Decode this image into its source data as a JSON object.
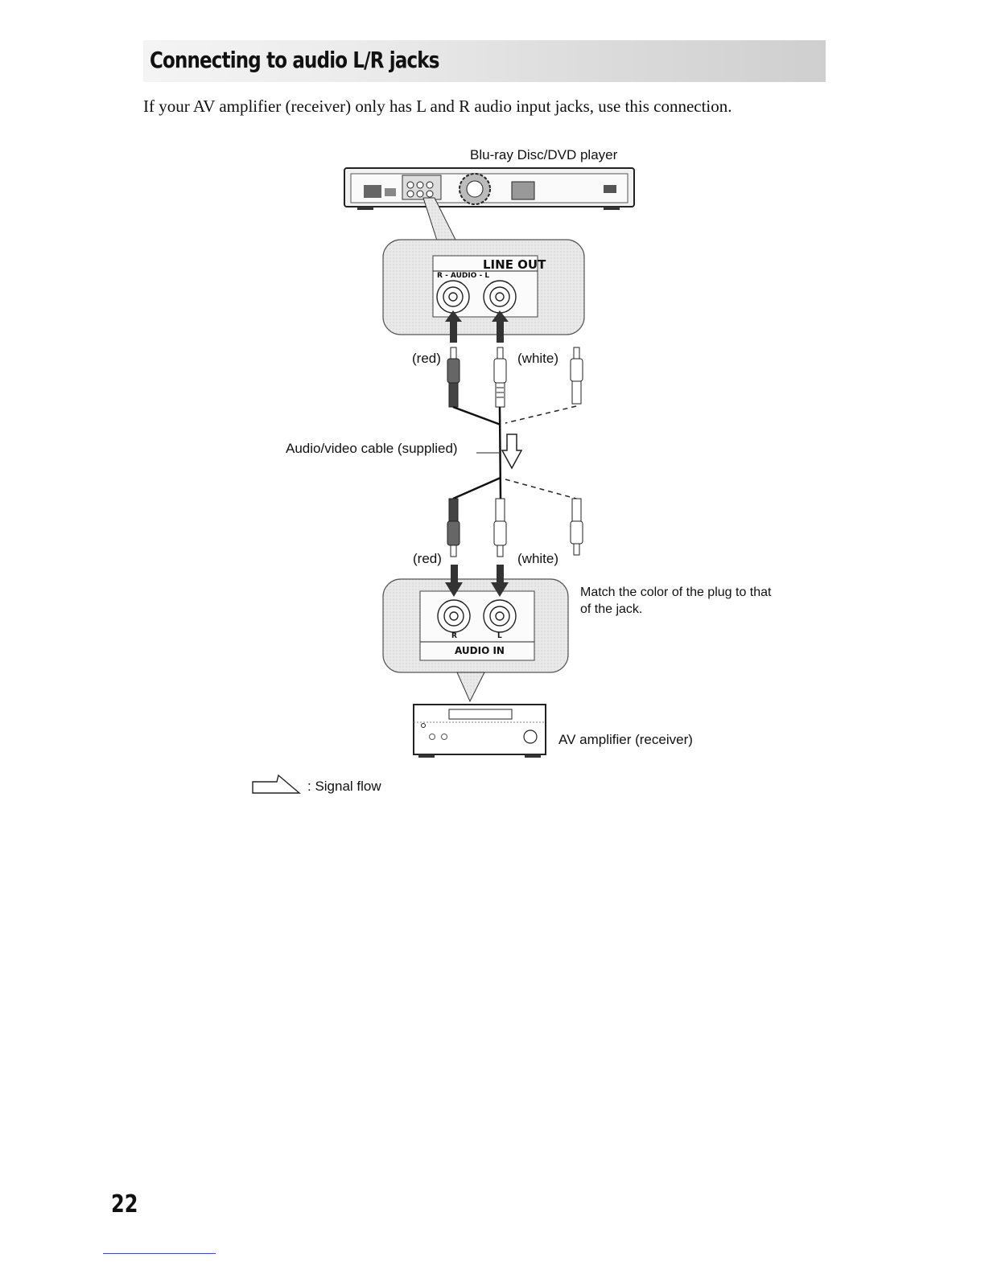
{
  "heading": "Connecting to audio L/R jacks",
  "intro": "If your AV amplifier (receiver) only has L and R audio input jacks, use this connection.",
  "labels": {
    "player": "Blu-ray Disc/DVD player",
    "line_out": "LINE OUT",
    "audio_small": "R - AUDIO - L",
    "red_top": "(red)",
    "white_top": "(white)",
    "cable": "Audio/video cable (supplied)",
    "red_bottom": "(red)",
    "white_bottom": "(white)",
    "match_note": "Match the color of the plug to that of the jack.",
    "r": "R",
    "l": "L",
    "audio_in": "AUDIO IN",
    "amplifier": "AV amplifier (receiver)",
    "signal_flow": ": Signal flow"
  },
  "page_number": "22"
}
